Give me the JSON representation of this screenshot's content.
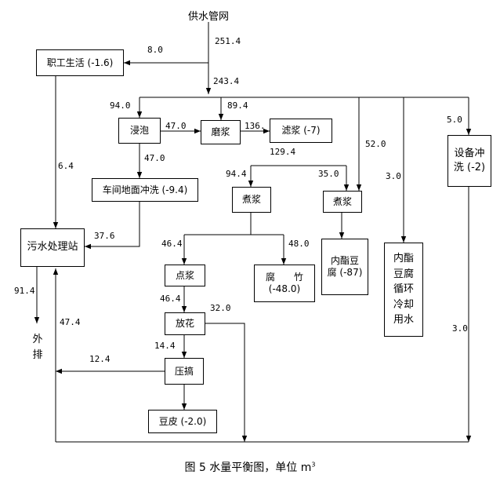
{
  "nodes": {
    "supply": "供水管网",
    "staff": "职工生活 (-1.6)",
    "soak": "浸泡",
    "grind": "磨浆",
    "filter": "滤浆 (-7)",
    "floor": "车间地面冲洗 (-9.4)",
    "cook1": "煮浆",
    "cook2": "煮浆",
    "equip": "设备冲洗 (-2)",
    "sewage": "污水处理站",
    "point": "点浆",
    "yuba": "腐　　竹 (-48.0)",
    "tofu_ester": "内酯豆腐 (-87)",
    "cooling": "内酯豆腐循环冷却用水",
    "flower": "放花",
    "press": "压搞",
    "skin": "豆皮 (-2.0)",
    "outflow": "外排"
  },
  "flows": {
    "supply_in": "251.4",
    "to_staff": "8.0",
    "main": "243.4",
    "to_soak": "94.0",
    "to_grind": "89.4",
    "soak_grind": "47.0",
    "grind_filter": "136.",
    "soak_floor": "47.0",
    "filter_out": "129.4",
    "to_cook1": "94.4",
    "to_cook2": "35.0",
    "to_tofu": "52.0",
    "to_cooling": "3.0",
    "to_equip": "5.0",
    "staff_sewage": "6.4",
    "floor_sewage": "37.6",
    "to_point": "46.4",
    "to_yuba": "48.0",
    "point_flower": "46.4",
    "flower_out": "32.0",
    "flower_press": "14.4",
    "press_sewage": "12.4",
    "sewage_out": "91.4",
    "return_sewage": "47.4",
    "equip_return": "3.0"
  },
  "caption": {
    "text": "图 5  水量平衡图，单位 m",
    "unit_sup": "3"
  }
}
